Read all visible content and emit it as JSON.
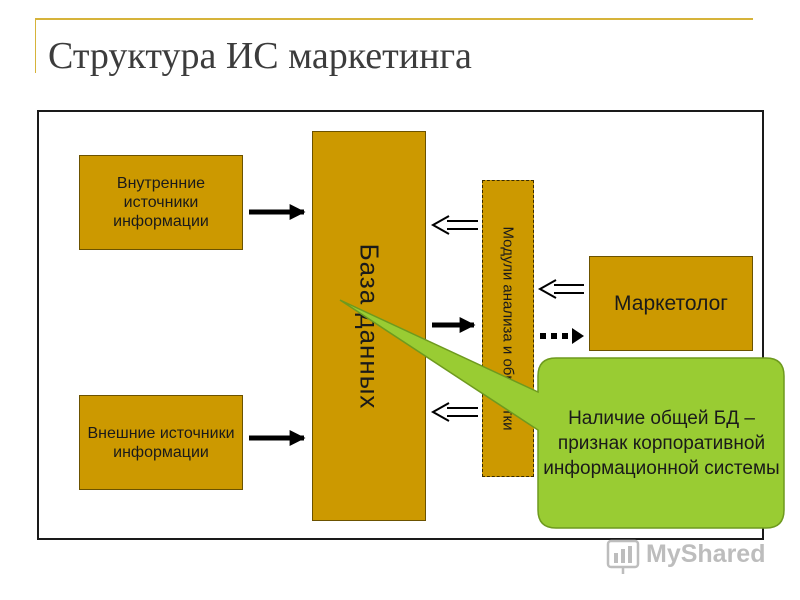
{
  "title": "Структура ИС маркетинга",
  "boxes": {
    "internal_sources": "Внутренние источники информации",
    "external_sources": "Внешние источники информации",
    "database": "База данных",
    "analysis_modules": "Модули анализа и обработки",
    "marketer": "Маркетолог"
  },
  "callout": "Наличие общей БД – признак корпоративной информационной системы",
  "watermark": "MyShared",
  "colors": {
    "box_fill": "#cc9900",
    "callout_fill": "#99cc33",
    "title_line": "#d6b33a"
  }
}
